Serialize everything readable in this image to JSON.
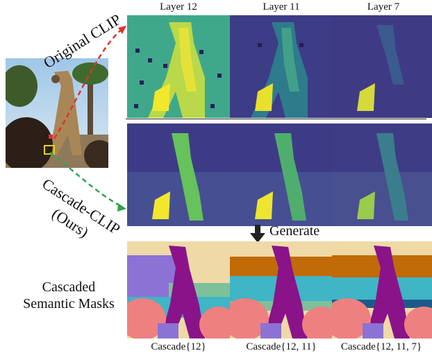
{
  "columns": {
    "layer12": "Layer 12",
    "layer11": "Layer 11",
    "layer7": "Layer 7"
  },
  "rotated": {
    "original": "Original CLIP",
    "cascade": "Cascade-CLIP",
    "ours": "(Ours)"
  },
  "generate_label": "Generate",
  "side_label": {
    "line1": "Cascaded",
    "line2": "Semantic Masks"
  },
  "captions": {
    "c1": "Cascade{12}",
    "c2": "Cascade{12, 11}",
    "c3": "Cascade{12, 11, 7}"
  },
  "colors": {
    "arrow_red": "#e0322b",
    "arrow_green": "#2ea44f",
    "viridis_dark": "#3b2a6e",
    "viridis_teal": "#2d8a86",
    "viridis_yellow": "#f0e42a",
    "mask_peach": "#efd9a6",
    "mask_purple": "#8a138a",
    "mask_salmon": "#ee8080",
    "mask_lavender": "#8d72d6",
    "mask_teal": "#3fb5c6",
    "mask_orange": "#c06a08"
  }
}
